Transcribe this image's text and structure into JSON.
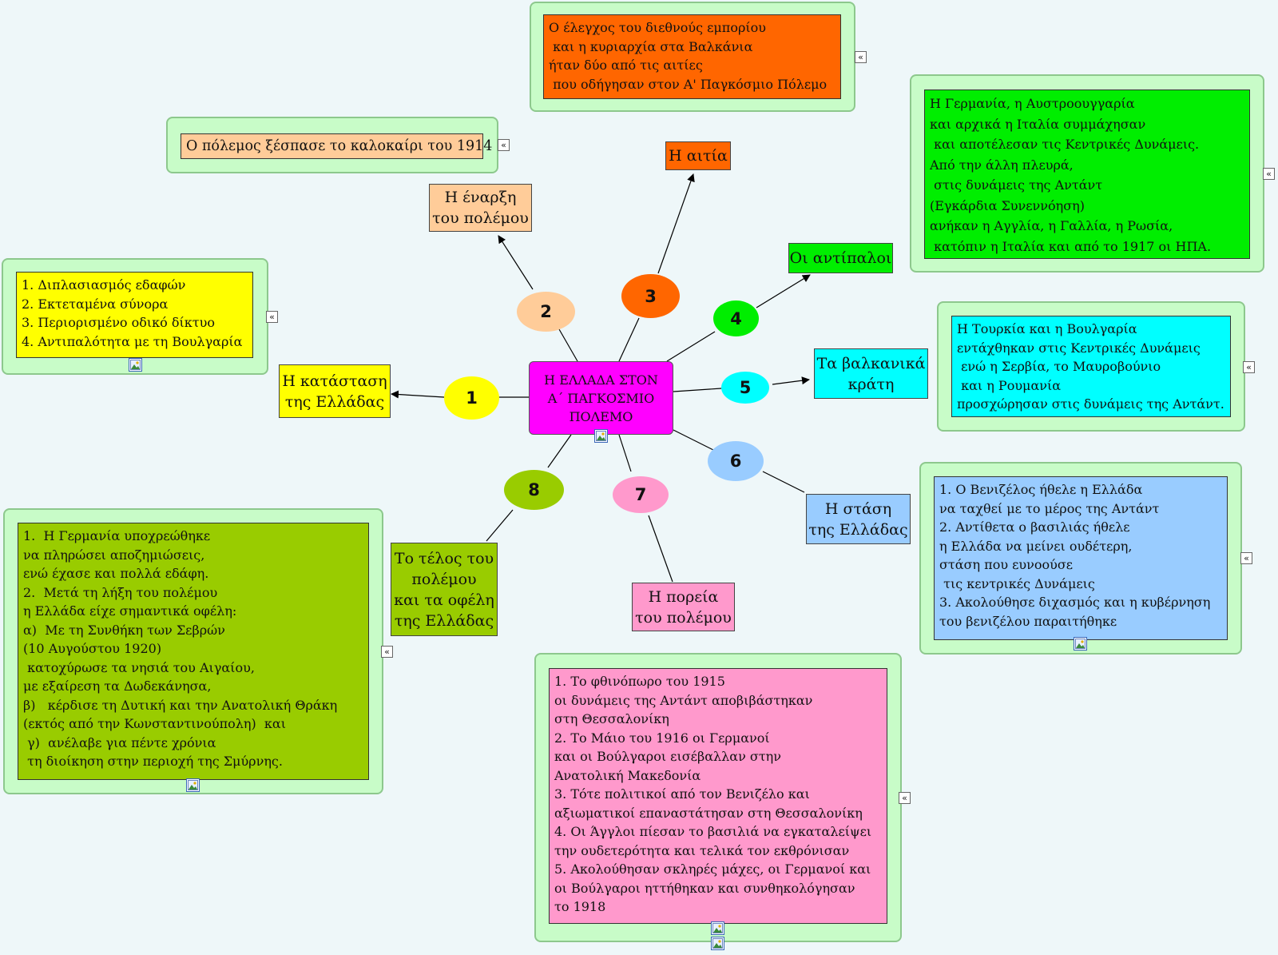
{
  "center": {
    "title": "Η ΕΛΛΑΔΑ ΣΤΟΝ\nΑ΄ ΠΑΓΚΟΣΜΙΟ\nΠΟΛΕΜΟ"
  },
  "branches": [
    {
      "number": "1",
      "label": "Η κατάσταση\nτης Ελλάδας"
    },
    {
      "number": "2",
      "label": "Η έναρξη\nτου πολέμου"
    },
    {
      "number": "3",
      "label": "Η αιτία"
    },
    {
      "number": "4",
      "label": "Οι αντίπαλοι"
    },
    {
      "number": "5",
      "label": "Τα βαλκανικά\nκράτη"
    },
    {
      "number": "6",
      "label": "Η στάση\nτης Ελλάδας"
    },
    {
      "number": "7",
      "label": "Η πορεία\nτου πολέμου"
    },
    {
      "number": "8",
      "label": "Το τέλος του\nπολέμου\nκαι τα οφέλη\nτης Ελλάδας"
    }
  ],
  "notes": {
    "state": [
      "1. Διπλασιασμός εδαφών",
      "2. Εκτεταμένα σύνορα",
      "3. Περιορισμένο οδικό δίκτυο",
      "4. Αντιπαλότητα με τη Βουλγαρία"
    ],
    "start": [
      "Ο πόλεμος ξέσπασε το καλοκαίρι του 1914"
    ],
    "cause": [
      "Ο έλεγχος του διεθνούς εμπορίου",
      " και η κυριαρχία στα Βαλκάνια",
      "ήταν δύο από τις αιτίες",
      " που οδήγησαν στον Α' Παγκόσμιο Πόλεμο"
    ],
    "opponents": [
      "Η Γερμανία, η Αυστροουγγαρία",
      "και αρχικά η Ιταλία συμμάχησαν",
      " και αποτέλεσαν τις Κεντρικές Δυνάμεις.",
      "Από την άλλη πλευρά,",
      " στις δυνάμεις της Αντάντ",
      "(Εγκάρδια Συνεννόηση)",
      "ανήκαν η Αγγλία, η Γαλλία, η Ρωσία,",
      " κατόπιν η Ιταλία και από το 1917 οι ΗΠΑ."
    ],
    "balkans": [
      "Η Τουρκία και η Βουλγαρία",
      "εντάχθηκαν στις Κεντρικές Δυνάμεις",
      " ενώ η Σερβία, το Μαυροβούνιο",
      " και η Ρουμανία",
      "προσχώρησαν στις δυνάμεις της Αντάντ."
    ],
    "stance": [
      "1. Ο Βενιζέλος ήθελε η Ελλάδα",
      "να ταχθεί με το μέρος της Αντάντ",
      "2. Αντίθετα ο βασιλιάς ήθελε",
      "η Ελλάδα να μείνει ουδέτερη,",
      "στάση που ευνοούσε",
      " τις κεντρικές Δυνάμεις",
      "3. Ακολούθησε διχασμός και η κυβέρνηση",
      "του βενιζέλου παραιτήθηκε"
    ],
    "course": [
      "1. Το φθινόπωρο του 1915",
      "οι δυνάμεις της Αντάντ αποβιβάστηκαν",
      "στη Θεσσαλονίκη",
      "2. Το Μάιο του 1916 οι Γερμανοί",
      "και οι Βούλγαροι εισέβαλλαν στην",
      "Ανατολική Μακεδονία",
      "3. Τότε πολιτικοί από τον Βενιζέλο και",
      "αξιωματικοί επαναστάτησαν στη Θεσσαλονίκη",
      "4. Οι Άγγλοι πίεσαν το βασιλιά να εγκαταλείψει",
      "την ουδετερότητα και τελικά τον εκθρόνισαν",
      "5. Ακολούθησαν σκληρές μάχες, οι Γερμανοί και",
      "οι Βούλγαροι ηττήθηκαν και συνθηκολόγησαν",
      "το 1918"
    ],
    "end": [
      "1.  Η Γερμανία υποχρεώθηκε",
      "να πληρώσει αποζημιώσεις,",
      "ενώ έχασε και πολλά εδάφη.",
      "2.  Μετά τη λήξη του πολέμου",
      "η Ελλάδα είχε σημαντικά οφέλη:",
      "α)  Με τη Συνθήκη των Σεβρών",
      "(10 Αυγούστου 1920)",
      " κατοχύρωσε τα νησιά του Αιγαίου,",
      "με εξαίρεση τα Δωδεκάνησα,",
      "β)   κέρδισε τη Δυτική και την Ανατολική Θράκη",
      "(εκτός από την Κωνσταντινούπολη)  και",
      " γ)  ανέλαβε για πέντε χρόνια",
      " τη διοίκηση στην περιοχή της Σμύρνης."
    ]
  },
  "icons": {
    "collapse": "«",
    "image": "image-attachment-icon"
  },
  "colors": {
    "center": "#ff00ff",
    "n1": "#ffff00",
    "n2": "#ffcc99",
    "n3": "#ff6600",
    "n4": "#00ee00",
    "n5": "#00ffff",
    "n6": "#99ccff",
    "n7": "#ff99cc",
    "n8": "#99cc00"
  }
}
